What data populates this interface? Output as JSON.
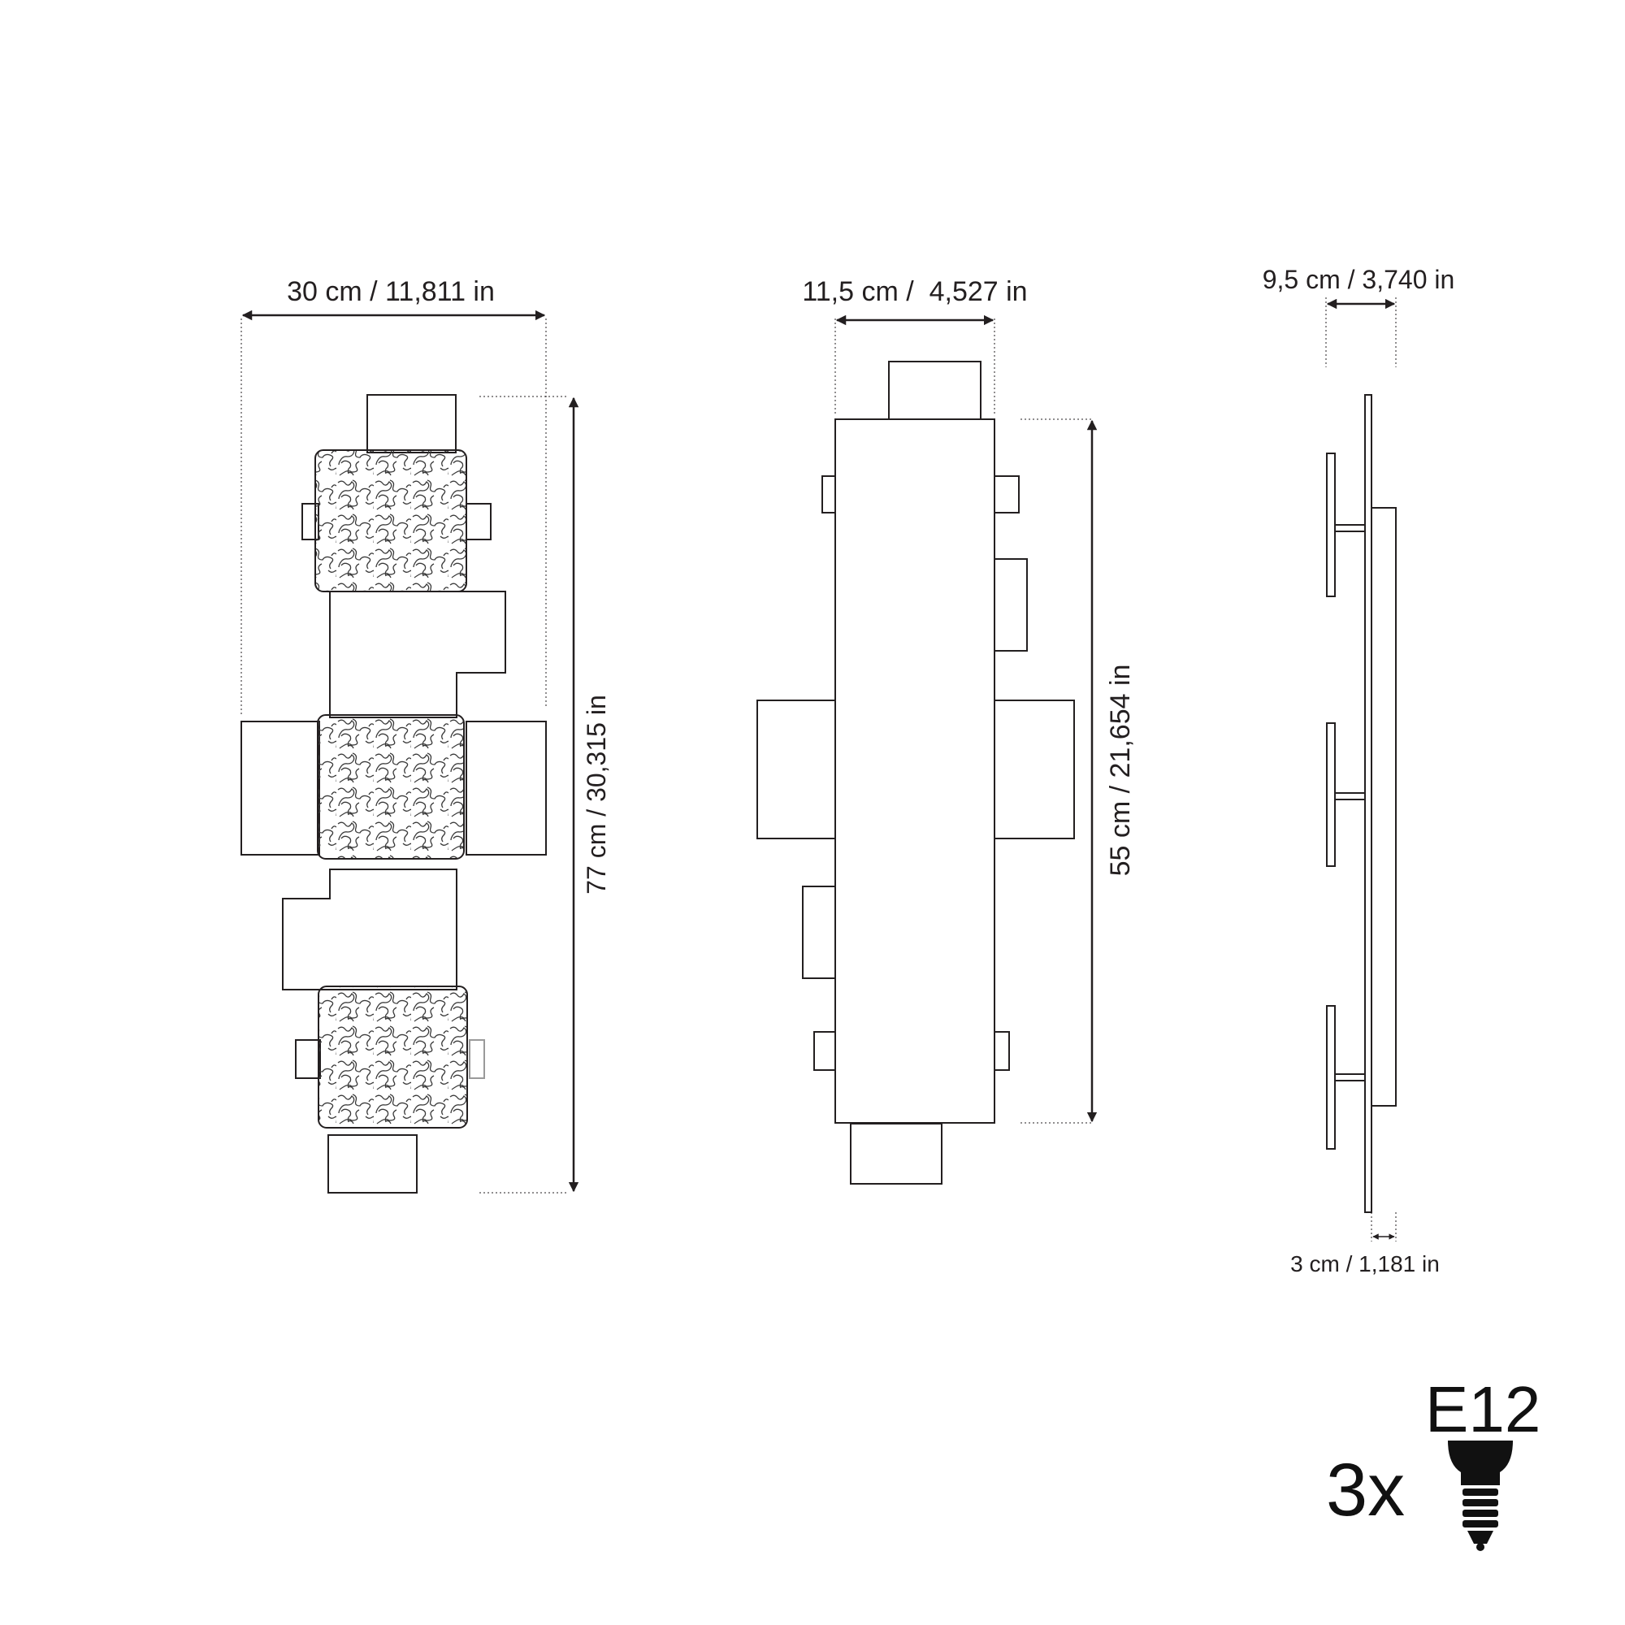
{
  "front_view": {
    "width_label": "30 cm / 11,811 in",
    "height_label": "77 cm / 30,315 in"
  },
  "back_view": {
    "width_label": "11,5 cm /  4,527 in",
    "height_label": "55 cm / 21,654 in"
  },
  "side_view": {
    "depth_label": "9,5 cm / 3,740 in",
    "plate_label": "3 cm / 1,181 in"
  },
  "bulbs": {
    "quantity": "3x",
    "socket": "E12"
  },
  "icons": [
    "dimension-arrow-icon",
    "light-bulb-icon"
  ]
}
